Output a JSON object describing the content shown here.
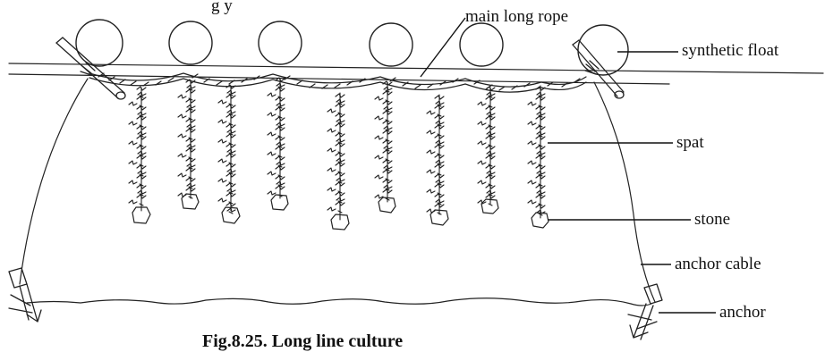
{
  "figure": {
    "top_text_fragment": "g                y",
    "caption": "Fig.8.25. Long line culture",
    "labels": {
      "main_long_rope": "main long rope",
      "synthetic_float": "synthetic float",
      "spat": "spat",
      "stone": "stone",
      "anchor_cable": "anchor cable",
      "anchor": "anchor"
    },
    "parts": {
      "floats_count": 6,
      "spat_strings_count": 9
    }
  }
}
